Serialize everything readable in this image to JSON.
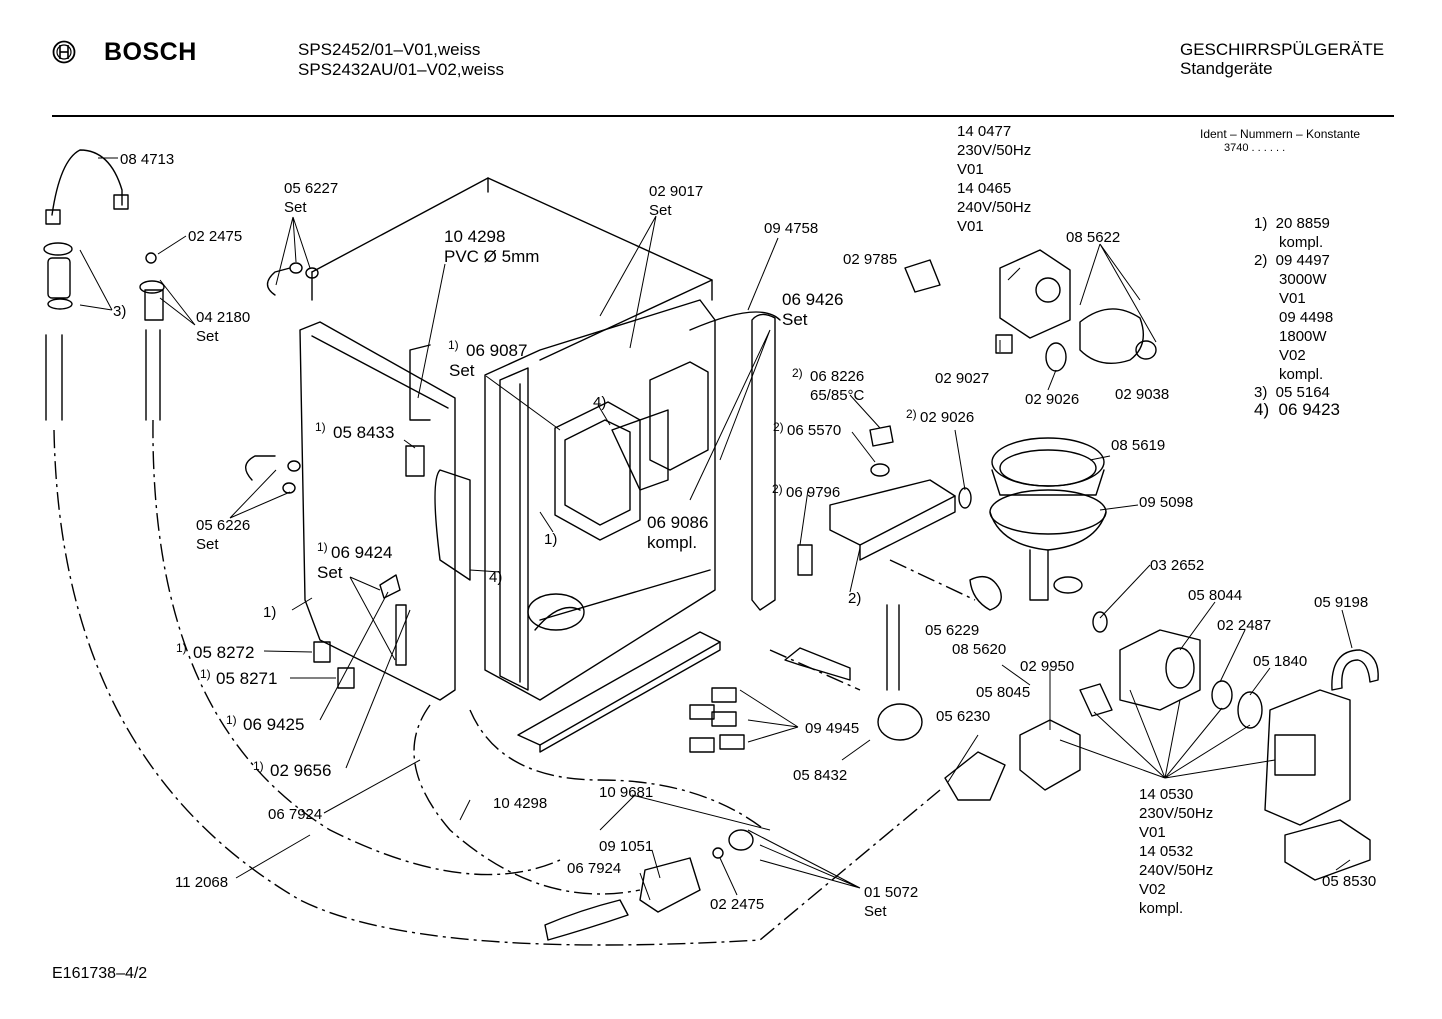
{
  "header": {
    "brand": "BOSCH",
    "model_line_1": "SPS2452/01–V01,weiss",
    "model_line_2": "SPS2432AU/01–V02,weiss",
    "category_line_1": "GESCHIRRSPÜLGERÄTE",
    "category_line_2": "Standgeräte"
  },
  "ident": {
    "title": "Ident – Nummern – Konstante",
    "value": "3740 . .   . . . ."
  },
  "footer": {
    "drawing_id": "E161738–4/2"
  },
  "notes": {
    "n1": "1)  20 8859\n      kompl.",
    "n2": "2)  09 4497\n      3000W\n      V01\n      09 4498\n      1800W\n      V02\n      kompl.",
    "n3": "3)  05 5164",
    "n4": "4)  06 9423"
  },
  "labels": {
    "p084713": "08 4713",
    "p022475a": "02 2475",
    "p042180": "04 2180\nSet",
    "p3": "3)",
    "p056227": "05 6227\nSet",
    "p104298a": "10 4298\nPVC Ø 5mm",
    "p029017": "02 9017\nSet",
    "p094758": "09 4758",
    "p029785": "02 9785",
    "p140477": "14 0477\n230V/50Hz\nV01\n14 0465\n240V/50Hz\nV01",
    "p085622": "08 5622",
    "p069426": "06 9426\nSet",
    "p069087": "06 9087",
    "p069087_sup": "1)",
    "p069087_set": "Set",
    "p058433": "05 8433",
    "p058433_sup": "1)",
    "p056226": "05 6226\nSet",
    "p069424": "06 9424",
    "p069424_sup": "1)",
    "p069424_set": "Set",
    "p4a": "4)",
    "p1a": "1)",
    "p4b": "4)",
    "p1b": "1)",
    "p069086": "06 9086\nkompl.",
    "p068226": "06 8226\n65/85°C",
    "p068226_sup": "2)",
    "p065570": "06 5570",
    "p065570_sup": "2)",
    "p029026a": "02 9026",
    "p029026a_sup": "2)",
    "p069796": "06 9796",
    "p069796_sup": "2)",
    "p2": "2)",
    "p029027": "02 9027",
    "p029026b": "02 9026",
    "p029038": "02 9038",
    "p085619": "08 5619",
    "p095098": "09 5098",
    "p032652": "03 2652",
    "p1c": "1)",
    "p058272": "05 8272",
    "p058272_sup": "1)",
    "p058271": "05 8271",
    "p058271_sup": "1)",
    "p069425": "06 9425",
    "p069425_sup": "1)",
    "p029656": "02 9656",
    "p029656_sup": "1)",
    "p056229": "05 6229",
    "p085620": "08 5620",
    "p058044": "05 8044",
    "p022487": "02 2487",
    "p059198": "05 9198",
    "p051840": "05 1840",
    "p094945": "09 4945",
    "p058432": "05 8432",
    "p056230": "05 6230",
    "p029950": "02 9950",
    "p058045": "05 8045",
    "p109681": "10 9681",
    "p104298b": "10 4298",
    "p067924a": "06 7924",
    "p112068": "11 2068",
    "p091051": "09 1051",
    "p067924b": "06 7924",
    "p022475b": "02 2475",
    "p015072": "01 5072\nSet",
    "p140530": "14 0530\n230V/50Hz\nV01\n14 0532\n240V/50Hz\nV02\nkompl.",
    "p058530": "05 8530"
  }
}
